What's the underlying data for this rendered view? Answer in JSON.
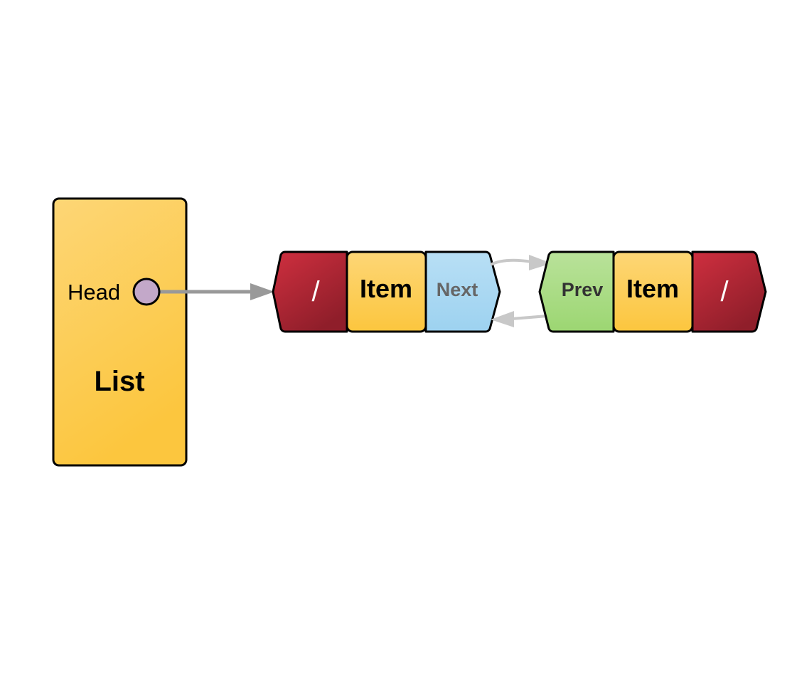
{
  "list": {
    "head_label": "Head",
    "title": "List"
  },
  "nodes": [
    {
      "prev_label": "/",
      "item_label": "Item",
      "next_label": "Next"
    },
    {
      "prev_label": "Prev",
      "item_label": "Item",
      "next_label": "/"
    }
  ],
  "colors": {
    "list_fill_top": "#FDD676",
    "list_fill_bottom": "#FCC63E",
    "head_dot": "#C3A8C9",
    "null_fill_top": "#CF2F3F",
    "null_fill_bottom": "#8F1E2A",
    "next_fill": "#A9D8F2",
    "prev_fill": "#A8DC82",
    "connector": "#999999",
    "link_arrow": "#C8C8C8",
    "outline": "#000000"
  }
}
